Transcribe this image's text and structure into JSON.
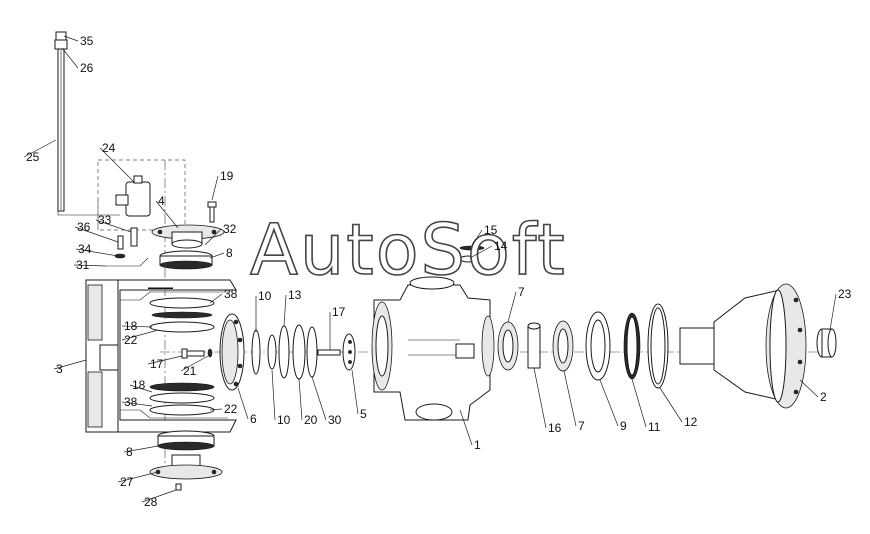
{
  "watermark": "AutoSoft",
  "callouts": [
    {
      "id": "35",
      "text": "35"
    },
    {
      "id": "26",
      "text": "26"
    },
    {
      "id": "25",
      "text": "25"
    },
    {
      "id": "24",
      "text": "24"
    },
    {
      "id": "19",
      "text": "19"
    },
    {
      "id": "4",
      "text": "4"
    },
    {
      "id": "32",
      "text": "32"
    },
    {
      "id": "36",
      "text": "36"
    },
    {
      "id": "33",
      "text": "33"
    },
    {
      "id": "34",
      "text": "34"
    },
    {
      "id": "31",
      "text": "31"
    },
    {
      "id": "8a",
      "text": "8"
    },
    {
      "id": "38a",
      "text": "38"
    },
    {
      "id": "18a",
      "text": "18"
    },
    {
      "id": "22a",
      "text": "22"
    },
    {
      "id": "3",
      "text": "3"
    },
    {
      "id": "17a",
      "text": "17"
    },
    {
      "id": "21",
      "text": "21"
    },
    {
      "id": "18b",
      "text": "18"
    },
    {
      "id": "38b",
      "text": "38"
    },
    {
      "id": "22b",
      "text": "22"
    },
    {
      "id": "6",
      "text": "6"
    },
    {
      "id": "8b",
      "text": "8"
    },
    {
      "id": "27",
      "text": "27"
    },
    {
      "id": "28",
      "text": "28"
    },
    {
      "id": "10a",
      "text": "10"
    },
    {
      "id": "13",
      "text": "13"
    },
    {
      "id": "10b",
      "text": "10"
    },
    {
      "id": "20",
      "text": "20"
    },
    {
      "id": "30",
      "text": "30"
    },
    {
      "id": "17b",
      "text": "17"
    },
    {
      "id": "5",
      "text": "5"
    },
    {
      "id": "15",
      "text": "15"
    },
    {
      "id": "14",
      "text": "14"
    },
    {
      "id": "1",
      "text": "1"
    },
    {
      "id": "7a",
      "text": "7"
    },
    {
      "id": "16",
      "text": "16"
    },
    {
      "id": "7b",
      "text": "7"
    },
    {
      "id": "9",
      "text": "9"
    },
    {
      "id": "11",
      "text": "11"
    },
    {
      "id": "12",
      "text": "12"
    },
    {
      "id": "23",
      "text": "23"
    },
    {
      "id": "2",
      "text": "2"
    }
  ]
}
